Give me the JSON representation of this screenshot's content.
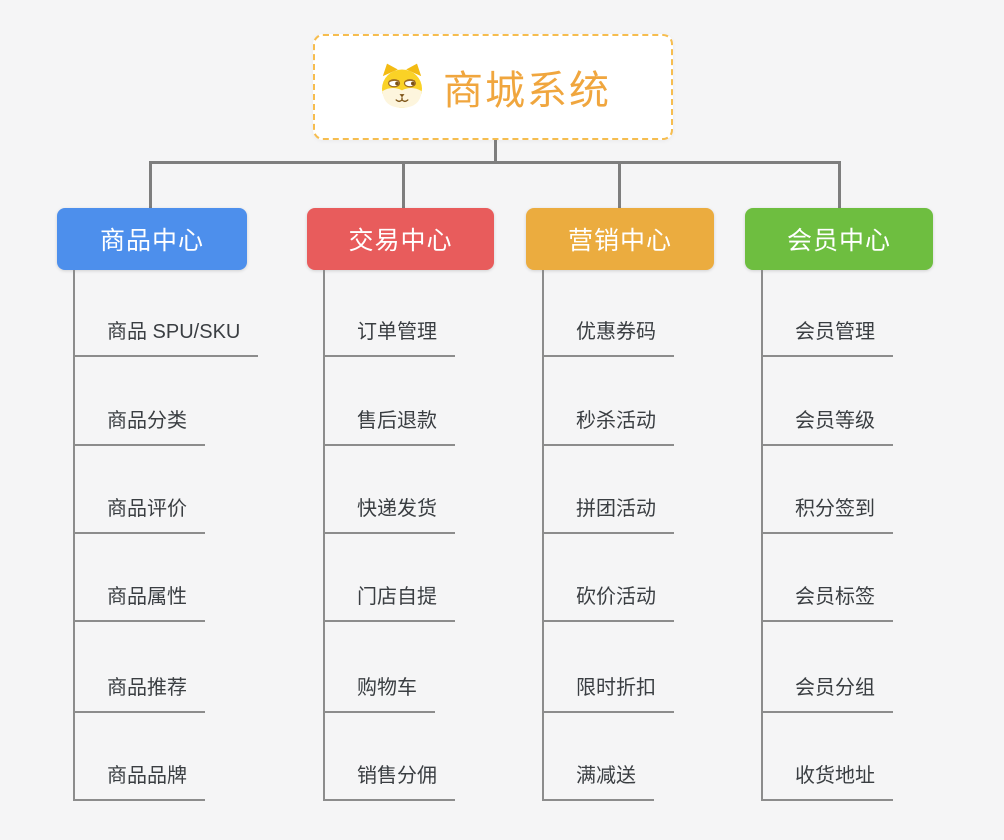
{
  "root": {
    "title": "商城系统",
    "icon": "doge-icon"
  },
  "branches": [
    {
      "label": "商品中心",
      "color": "#4D8FEC",
      "items": [
        "商品 SPU/SKU",
        "商品分类",
        "商品评价",
        "商品属性",
        "商品推荐",
        "商品品牌"
      ]
    },
    {
      "label": "交易中心",
      "color": "#E85C5C",
      "items": [
        "订单管理",
        "售后退款",
        "快递发货",
        "门店自提",
        "购物车",
        "销售分佣"
      ]
    },
    {
      "label": "营销中心",
      "color": "#EBAC3F",
      "items": [
        "优惠券码",
        "秒杀活动",
        "拼团活动",
        "砍价活动",
        "限时折扣",
        "满减送"
      ]
    },
    {
      "label": "会员中心",
      "color": "#6EBE40",
      "items": [
        "会员管理",
        "会员等级",
        "积分签到",
        "会员标签",
        "会员分组",
        "收货地址"
      ]
    }
  ],
  "colors": {
    "background": "#F5F5F6",
    "root_accent": "#F0A63E",
    "root_border": "#F6BD4F",
    "connector": "#7E7E7E",
    "leaf_line": "#8C8C8C",
    "leaf_text": "#3A3E42",
    "header_text": "#FFFFFF"
  }
}
